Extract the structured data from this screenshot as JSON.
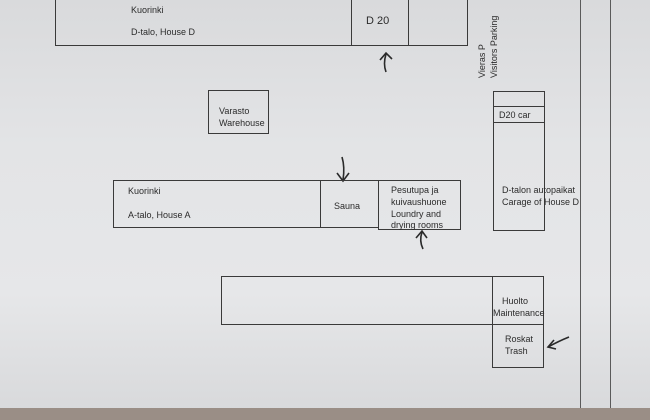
{
  "colors": {
    "paper": "#e3e4e6",
    "line": "#3a3a3a",
    "ink": "#2b2b2b"
  },
  "buildings": {
    "house_d": {
      "line1": "Kuorinki",
      "line2": "D-talo, House D"
    },
    "d20": {
      "label": "D 20"
    },
    "visitor_parking": {
      "line1": "Vieras P",
      "line2": "Visitors Parking"
    },
    "warehouse": {
      "line1": "Varasto",
      "line2": "Warehouse"
    },
    "d20_car": {
      "label": "D20 car"
    },
    "house_a": {
      "line1": "Kuorinki",
      "line2": "A-talo, House A"
    },
    "sauna": {
      "label": "Sauna"
    },
    "laundry": {
      "line1": "Pesutupa ja",
      "line2": "kuivaushuone",
      "line3": "Loundry and",
      "line4": "drying rooms"
    },
    "garage_d": {
      "line1": "D-talon autopaikat",
      "line2": "Carage of House D"
    },
    "maintenance": {
      "line1": "Huolto",
      "line2": "Maintenance"
    },
    "trash": {
      "line1": "Roskat",
      "line2": "Trash"
    }
  },
  "icons": {
    "arrow_d20": "arrow-up-icon",
    "arrow_sauna": "arrow-down-icon",
    "arrow_laundry": "arrow-up-icon",
    "arrow_trash": "arrow-left-icon"
  }
}
